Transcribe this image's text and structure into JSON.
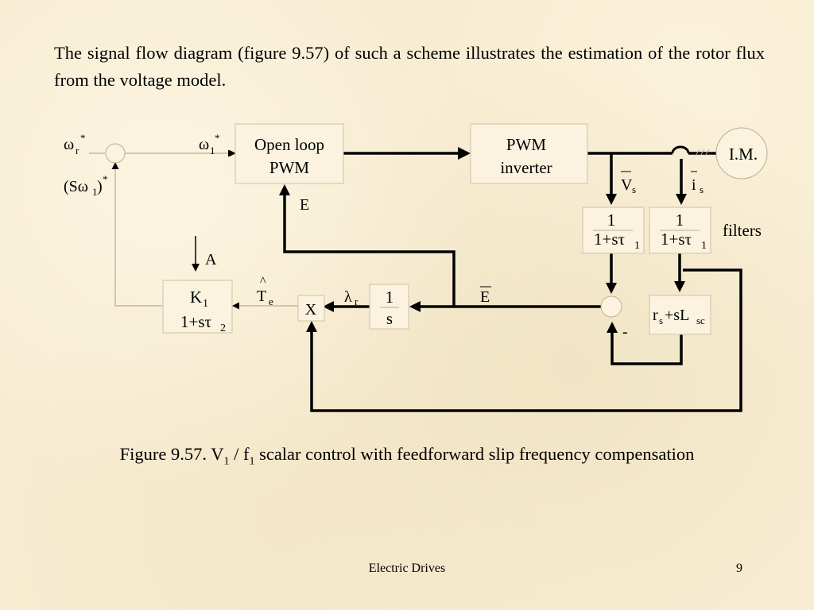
{
  "intro_text": "The signal flow diagram (figure 9.57) of such a scheme illustrates the estimation of the rotor flux from the voltage model.",
  "diagram": {
    "labels": {
      "omega_r": "ω",
      "omega_r_sub": "r",
      "omega_r_sup": "*",
      "omega_1": "ω",
      "omega_1_sub": "1",
      "omega_1_sup": "*",
      "slip_open": "(Sω",
      "slip_sub": "1",
      "slip_close": ")",
      "slip_sup": "*",
      "e_label": "E",
      "a_label": "A",
      "te": "T",
      "te_sub": "e",
      "te_hat": "^",
      "lambda": "λ",
      "lambda_sub": "r",
      "e_bar": "E",
      "vs": "V",
      "vs_sub": "s",
      "is": "i",
      "is_sub": "s",
      "filters": "filters",
      "minus": "-"
    },
    "blocks": {
      "open_loop_line1": "Open loop",
      "open_loop_line2": "PWM",
      "pwm_inv_line1": "PWM",
      "pwm_inv_line2": "inverter",
      "im": "I.M.",
      "filter_num": "1",
      "filter_den": "1+sτ",
      "filter_den_sub": "1",
      "rs_main": "r",
      "rs_sub": "s",
      "rs_mid": "+sL",
      "rs_sub2": "sc",
      "integrator_num": "1",
      "integrator_den": "s",
      "multiplier": "X",
      "gain_num": "K",
      "gain_num_sub": "1",
      "gain_den": "1+sτ",
      "gain_den_sub": "2"
    }
  },
  "caption": {
    "prefix": "Figure 9.57. V",
    "v_sub": "1",
    "slash": " / f",
    "f_sub": "1",
    "rest": " scalar control with feedforward slip frequency compensation"
  },
  "footer": {
    "title": "Electric Drives",
    "page": "9"
  },
  "colors": {
    "background": "#f7ecd1",
    "block_fill": "#fbf3df",
    "block_border": "#cfc2a6",
    "thin_line": "#b9ae94"
  }
}
